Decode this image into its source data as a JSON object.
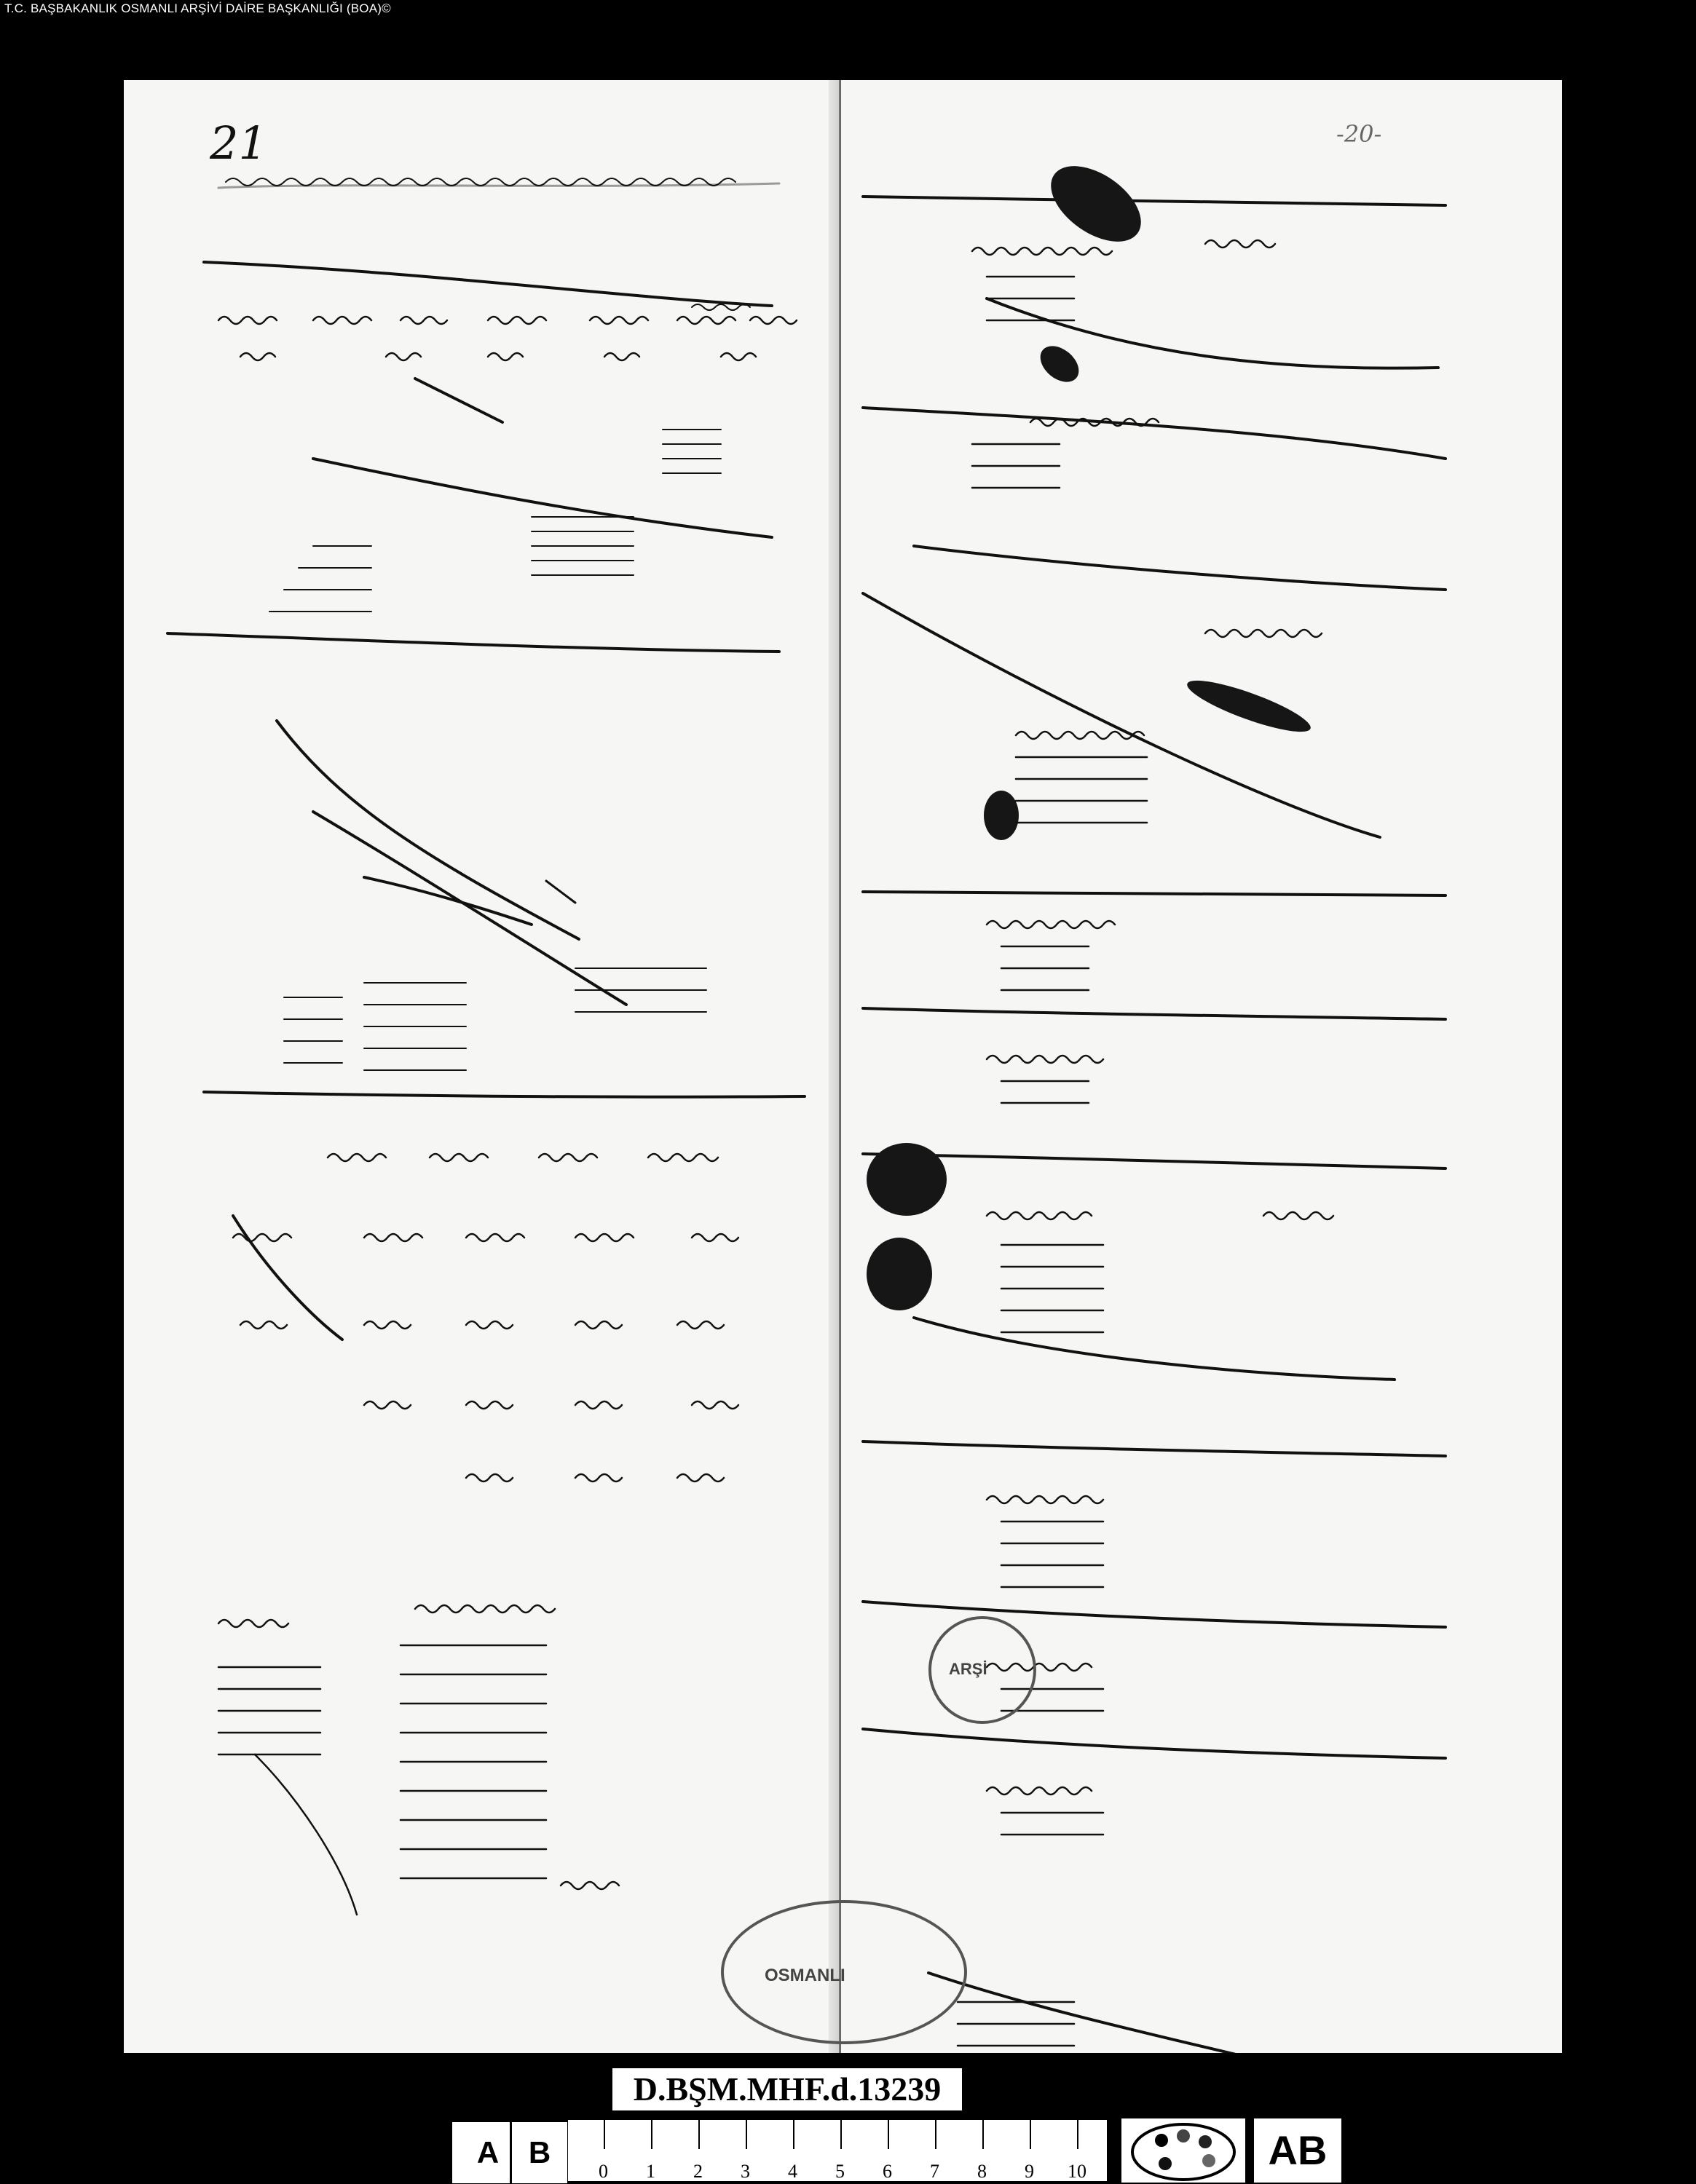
{
  "archive_header": "T.C. BAŞBAKANLIK OSMANLI ARŞİVİ DAİRE BAŞKANLIĞI (BOA)©",
  "folio_left": "21",
  "folio_right": "-20-",
  "call_number": "D.BŞM.MHF.d.13239",
  "scale": {
    "box_a": "A",
    "box_b": "B",
    "ticks": [
      "0",
      "1",
      "2",
      "3",
      "4",
      "5",
      "6",
      "7",
      "8",
      "9",
      "10"
    ],
    "logo": "AB"
  },
  "stamp_text": {
    "upper": "ARŞİ",
    "lower": "OSMANLI"
  },
  "ink_color": "#111111",
  "paper_color": "#f6f6f4"
}
